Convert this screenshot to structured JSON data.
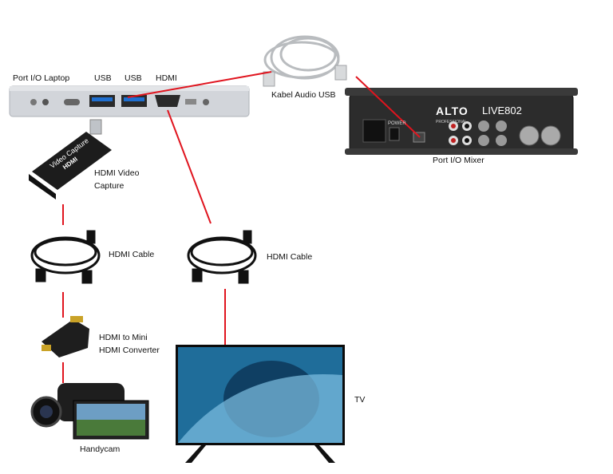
{
  "labels": {
    "laptop_port": "Port I/O Laptop",
    "usb1": "USB",
    "usb2": "USB",
    "hdmi": "HDMI",
    "audio_usb": "Kabel Audio USB",
    "mixer_port": "Port I/O Mixer",
    "capture_line1": "HDMI Video",
    "capture_line2": "Capture",
    "cable_left": "HDMI Cable",
    "cable_right": "HDMI Cable",
    "converter_line1": "HDMI  to Mini",
    "converter_line2": "HDMI Converter",
    "tv": "TV",
    "handycam": "Handycam"
  },
  "device_text": {
    "capture_brand": "Video Capture",
    "capture_logo": "HDMI",
    "mixer_brand": "ALTO",
    "mixer_sub": "PROFESSIONAL",
    "mixer_model": "LIVE802",
    "mixer_power": "POWER"
  },
  "colors": {
    "wire": "#e0141e",
    "device": "#1c1c1c",
    "laptop": "#c9ccd1"
  }
}
